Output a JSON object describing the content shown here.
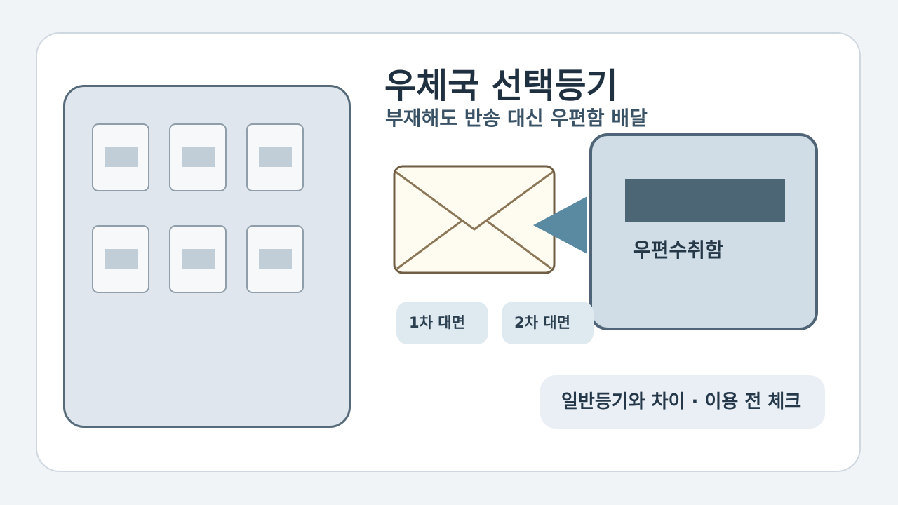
{
  "title": "우체국 선택등기",
  "subtitle": "부재해도 반송 대신 우편함 배달",
  "locker": {
    "label": "우편수취함"
  },
  "visits": [
    {
      "label": "1차 대면"
    },
    {
      "label": "2차 대면"
    }
  ],
  "footer": {
    "label": "일반등기와 차이 · 이용 전 체크"
  },
  "icons": {
    "building": "apartment-building-icon",
    "mailbox": "mailbox-icon",
    "envelope": "envelope-icon",
    "pointer": "pointer-triangle-icon"
  },
  "colors": {
    "background": "#f0f4f7",
    "card": "#ffffff",
    "title": "#1f3140",
    "subtitle": "#3a5266",
    "building_fill": "#dfe6ed",
    "building_stroke": "#566a79",
    "locker_fill": "#d0dde6",
    "locker_screen": "#4d6676",
    "pointer": "#5a8aa2",
    "envelope_fill": "#fefcf1",
    "envelope_stroke": "#82704f",
    "chip": "#dfe9f0",
    "footer_pill": "#e9eff4"
  }
}
